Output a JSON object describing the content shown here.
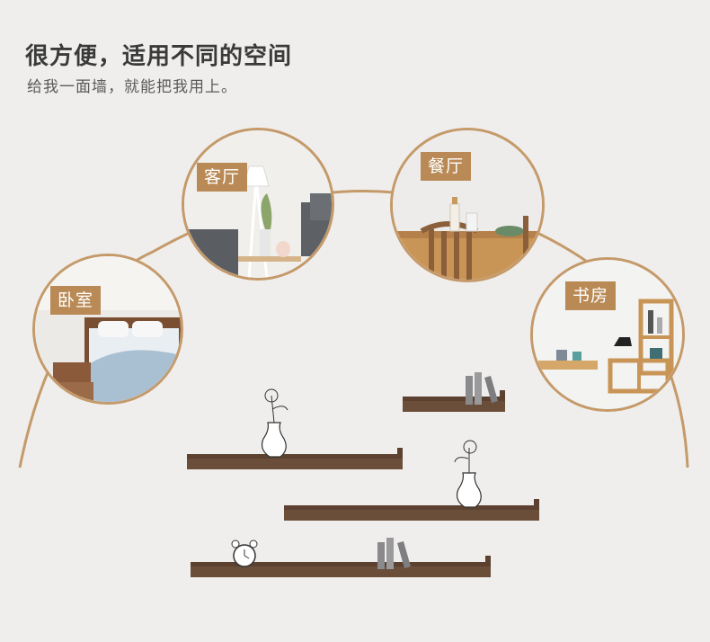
{
  "header": {
    "title": "很方便，适用不同的空间",
    "subtitle": "给我一面墙，就能把我用上。"
  },
  "rooms": [
    {
      "key": "bedroom",
      "label": "卧室"
    },
    {
      "key": "living",
      "label": "客厅"
    },
    {
      "key": "dining",
      "label": "餐厅"
    },
    {
      "key": "study",
      "label": "书房"
    }
  ],
  "colors": {
    "background": "#efeeec",
    "arc": "#c59a6a",
    "label_bg": "#b98a56",
    "shelf_wood": "#6b4e3a"
  },
  "decor_icons": [
    "vase-icon",
    "books-icon",
    "alarm-clock-icon"
  ]
}
